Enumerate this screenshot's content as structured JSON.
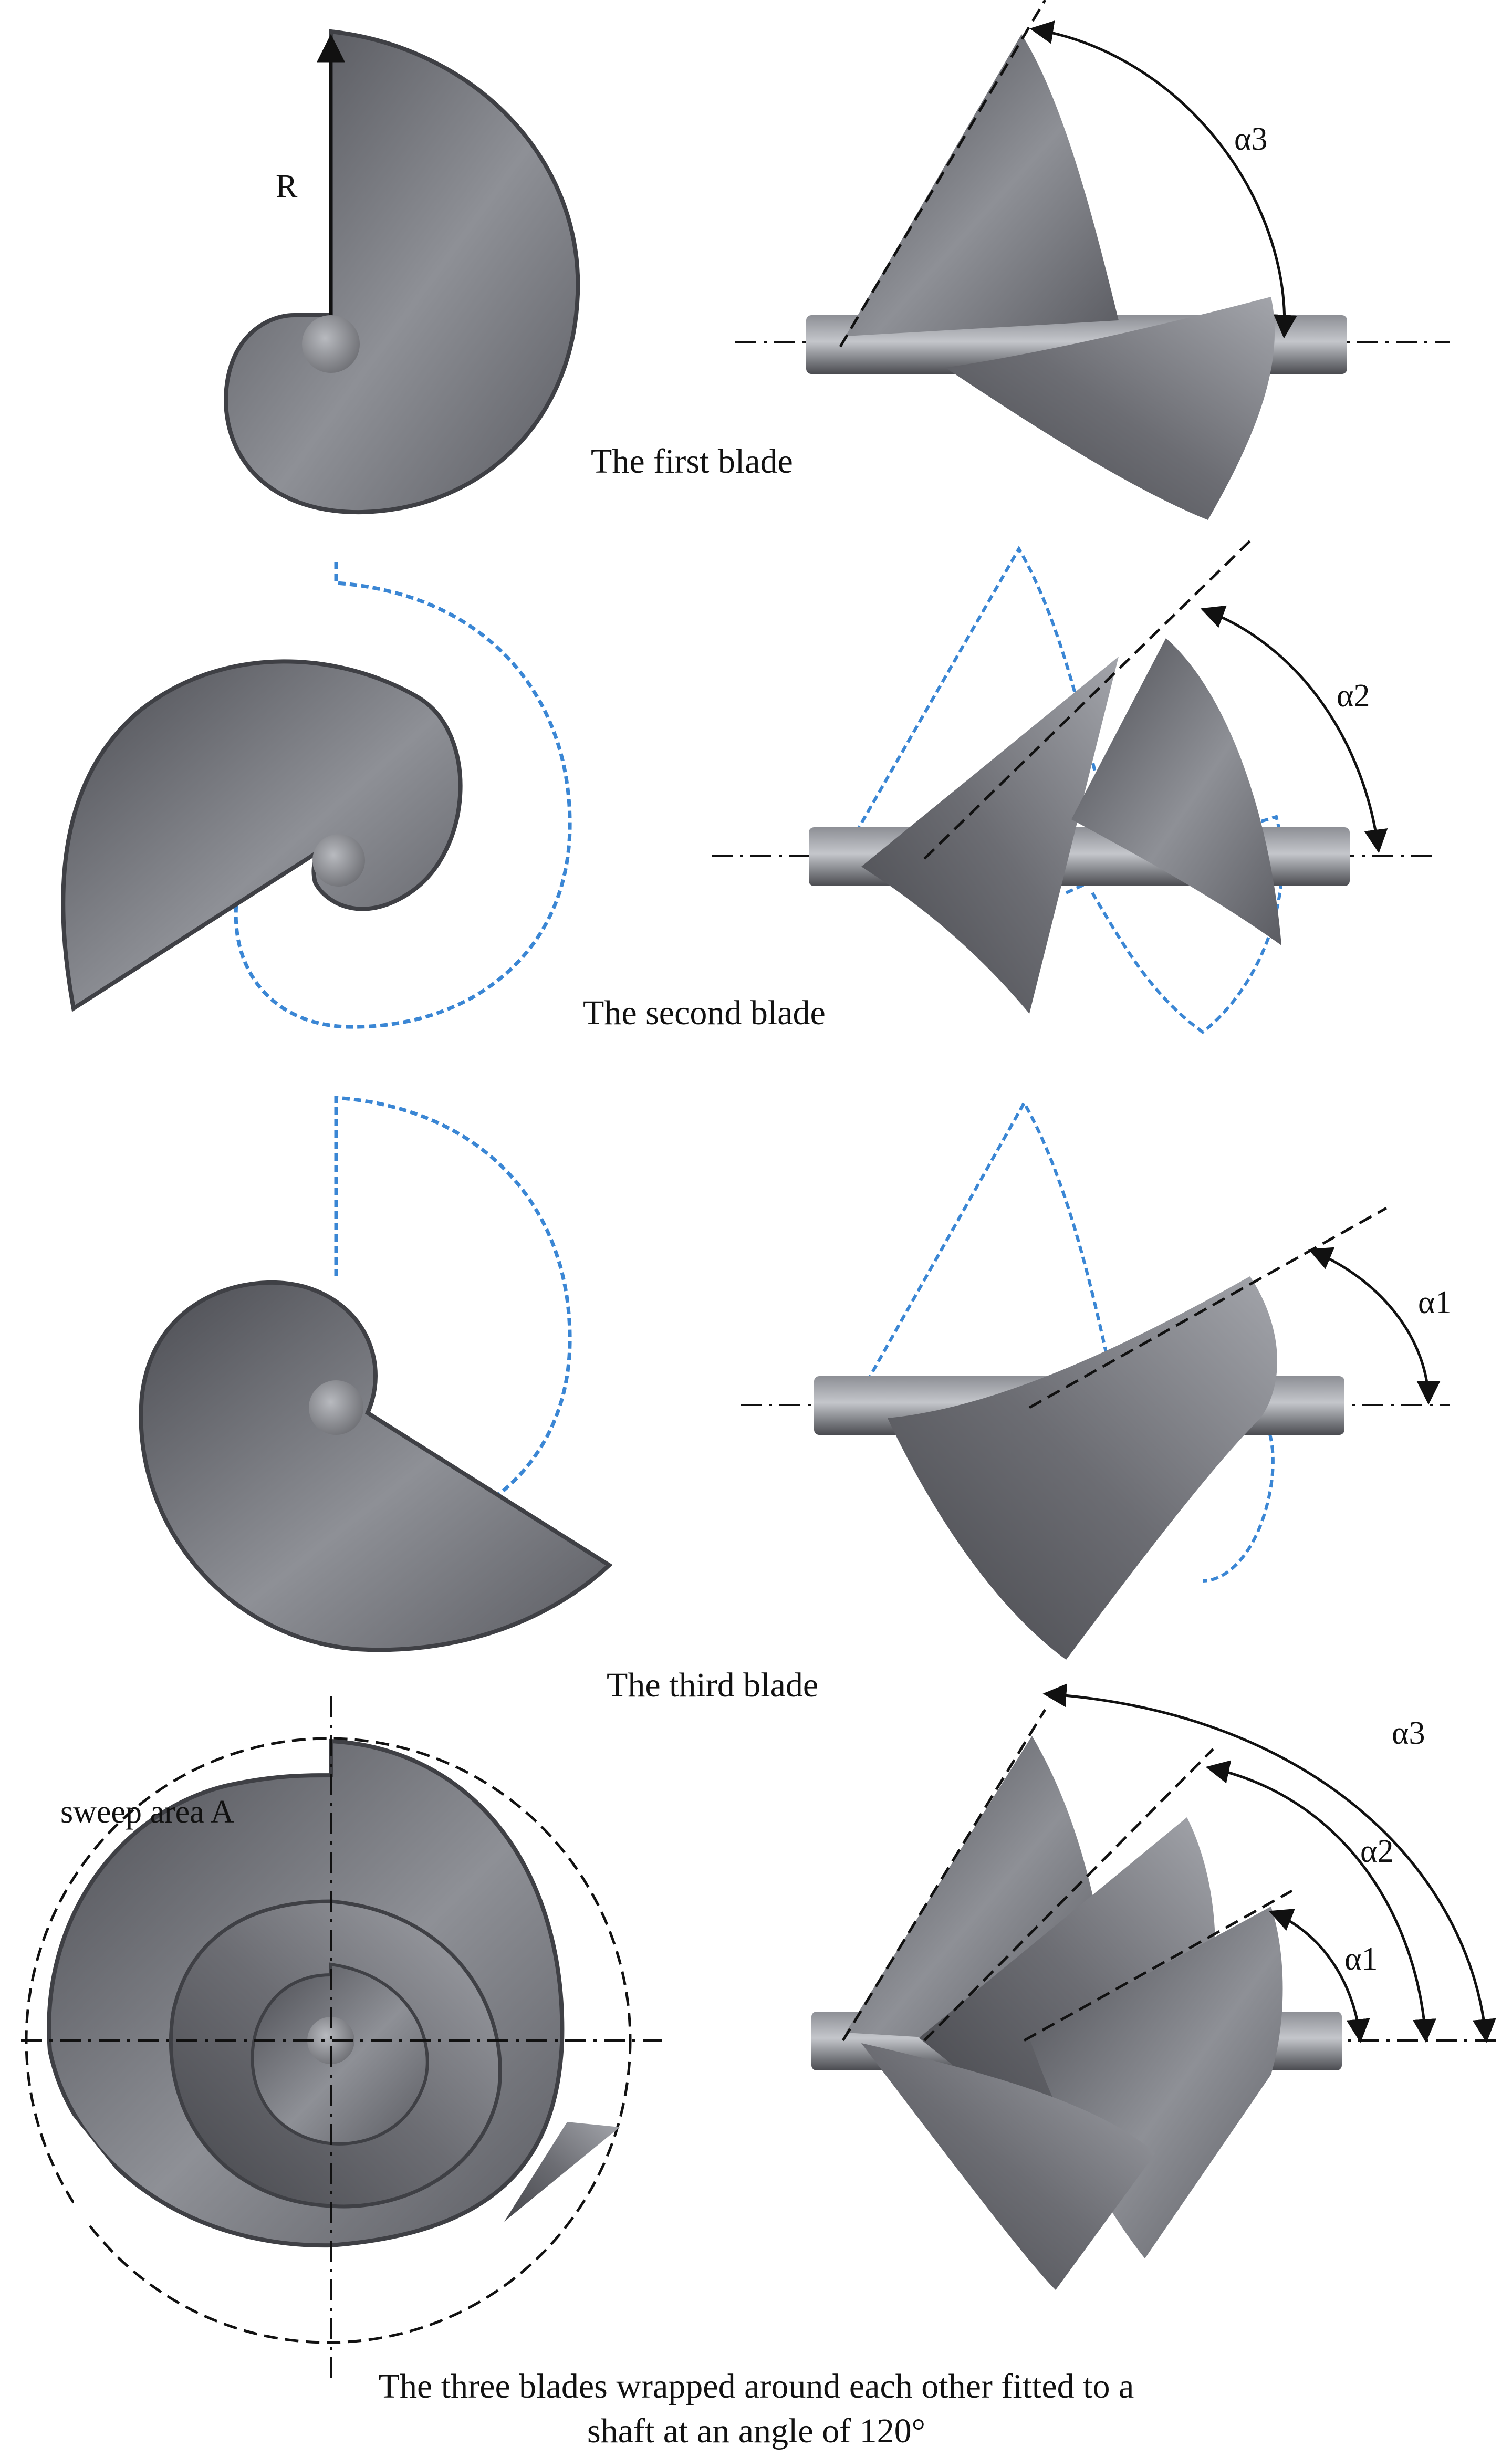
{
  "panels": {
    "first": {
      "caption": "The first blade",
      "radius_label": "R",
      "angle_label": "α3"
    },
    "second": {
      "caption": "The second blade",
      "angle_label": "α2"
    },
    "third": {
      "caption": "The third blade",
      "angle_label": "α1"
    },
    "combined": {
      "sweep_label": "sweep area A",
      "angle_labels": [
        "α3",
        "α2",
        "α1"
      ],
      "caption_line1": "The three  blades wrapped around each other fitted to a",
      "caption_line2": "shaft at an angle of 120°"
    }
  },
  "colors": {
    "blade_dark": "#55565c",
    "blade_light": "#9ea0a6",
    "outline_dashed": "#3a86d4",
    "line": "#111111"
  }
}
